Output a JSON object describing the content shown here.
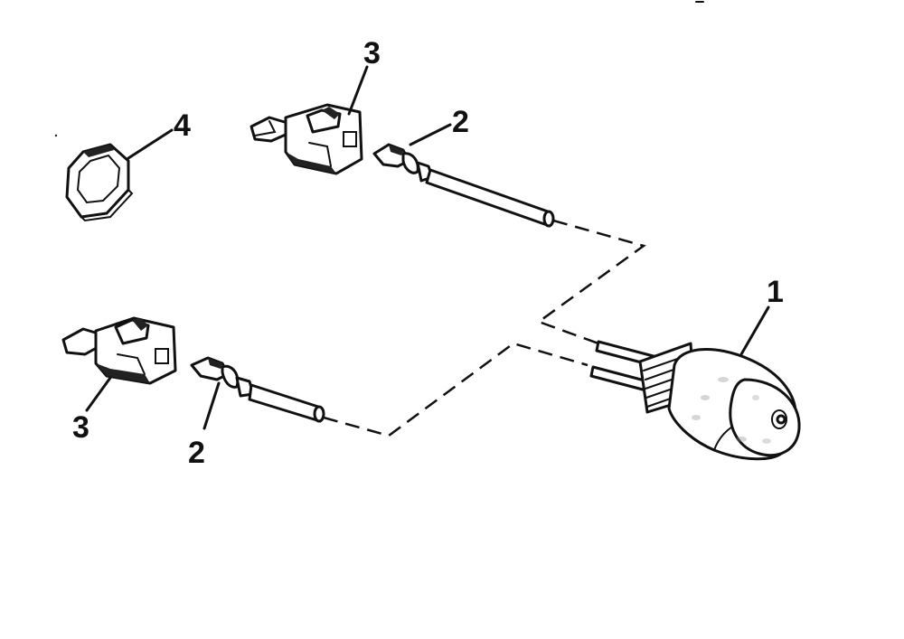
{
  "callouts": {
    "switch": "1",
    "terminal_upper": "2",
    "terminal_lower": "2",
    "connector_upper": "3",
    "connector_lower": "3",
    "nut": "4"
  },
  "colors": {
    "ink": "#111111",
    "background": "#ffffff"
  }
}
